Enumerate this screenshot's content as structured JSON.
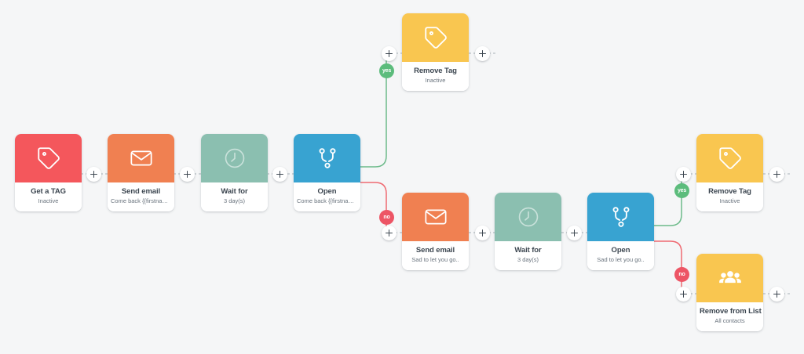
{
  "app": {
    "name": "automation-workflow-canvas",
    "background_color": "#f5f6f7"
  },
  "palette": {
    "red": "#f4575c",
    "orange": "#f08051",
    "teal": "#8bbfb0",
    "blue": "#38a3d1",
    "yellow": "#f9c650",
    "yes_badge": "#5cbc7c",
    "no_badge": "#ed5565",
    "wire_gray": "#b9c0c6",
    "wire_green": "#6cba8a",
    "wire_red": "#ef6a72"
  },
  "labels": {
    "yes": "yes",
    "no": "no",
    "add": "+"
  },
  "nodes": [
    {
      "id": "get-a-tag",
      "title": "Get a TAG",
      "subtitle": "Inactive",
      "icon": "tag-icon",
      "color": "red"
    },
    {
      "id": "send-email-1",
      "title": "Send email",
      "subtitle": "Come back {{firstname}}",
      "icon": "envelope-icon",
      "color": "orange"
    },
    {
      "id": "wait-for-1",
      "title": "Wait for",
      "subtitle": "3 day(s)",
      "icon": "clock-icon",
      "color": "teal"
    },
    {
      "id": "open-1",
      "title": "Open",
      "subtitle": "Come back {{firstname}}",
      "icon": "branch-icon",
      "color": "blue"
    },
    {
      "id": "remove-tag-top",
      "title": "Remove Tag",
      "subtitle": "Inactive",
      "icon": "tag-icon",
      "color": "yellow"
    },
    {
      "id": "send-email-2",
      "title": "Send email",
      "subtitle": "Sad to let you go..",
      "icon": "envelope-icon",
      "color": "orange"
    },
    {
      "id": "wait-for-2",
      "title": "Wait for",
      "subtitle": "3 day(s)",
      "icon": "clock-icon",
      "color": "teal"
    },
    {
      "id": "open-2",
      "title": "Open",
      "subtitle": "Sad to let you go..",
      "icon": "branch-icon",
      "color": "blue"
    },
    {
      "id": "remove-tag-right",
      "title": "Remove Tag",
      "subtitle": "Inactive",
      "icon": "tag-icon",
      "color": "yellow"
    },
    {
      "id": "remove-from-list",
      "title": "Remove from List",
      "subtitle": "All contacts",
      "icon": "people-icon",
      "color": "yellow"
    }
  ]
}
